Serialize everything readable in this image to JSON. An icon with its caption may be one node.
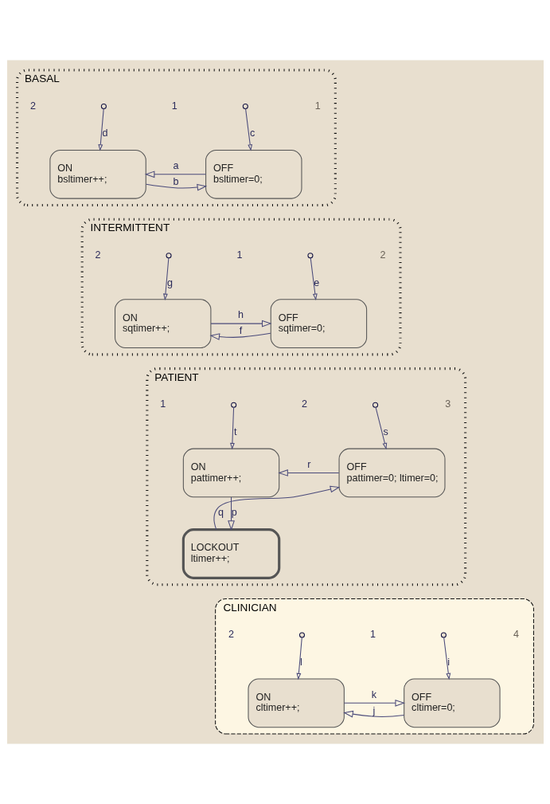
{
  "diagram": {
    "nodes": [
      {
        "text": [
          "BASAL"
        ]
      },
      {
        "text": [
          "ON",
          "bsltimer++;"
        ],
        "in": 0
      },
      {
        "text": [
          "OFF",
          "bsltimer=0;"
        ],
        "in": 0
      },
      {
        "text": [
          "INTERMITTENT"
        ]
      },
      {
        "text": [
          "ON",
          "sqtimer++;"
        ],
        "in": 3
      },
      {
        "text": [
          "OFF",
          "sqtimer=0;"
        ],
        "in": 3
      },
      {
        "text": [
          "PATIENT"
        ]
      },
      {
        "text": [
          "ON",
          "pattimer++;"
        ],
        "in": 6
      },
      {
        "text": [
          "OFF",
          "pattimer=0; ltimer=0;"
        ],
        "in": 6
      },
      {
        "text": [
          "LOCKOUT",
          "ltimer++;"
        ],
        "in": 6
      },
      {
        "text": [
          "CLINICIAN"
        ]
      },
      {
        "text": [
          "ON",
          "cltimer++;"
        ],
        "in": 10
      },
      {
        "text": [
          "OFF",
          "cltimer=0;"
        ],
        "in": 10
      }
    ],
    "edges": [
      {
        "from": null,
        "to": 1,
        "arrow": "to",
        "label": "d"
      },
      {
        "from": null,
        "to": 2,
        "arrow": "to",
        "label": "c"
      },
      {
        "from": 2,
        "to": 1,
        "arrow": "to",
        "label": "a"
      },
      {
        "from": 1,
        "to": 2,
        "arrow": "to",
        "label": "b"
      },
      {
        "from": null,
        "to": 4,
        "arrow": "to",
        "label": "g"
      },
      {
        "from": null,
        "to": 5,
        "arrow": "to",
        "label": "e"
      },
      {
        "from": 5,
        "to": 4,
        "arrow": "to",
        "label": "f"
      },
      {
        "from": 4,
        "to": 5,
        "arrow": "to",
        "label": "h"
      },
      {
        "from": null,
        "to": 7,
        "arrow": "to",
        "label": "t"
      },
      {
        "from": null,
        "to": 8,
        "arrow": "to",
        "label": "s"
      },
      {
        "from": 8,
        "to": 7,
        "arrow": "to",
        "label": "r"
      },
      {
        "from": 7,
        "to": 9,
        "arrow": "to",
        "label": "p"
      },
      {
        "from": 9,
        "to": 8,
        "arrow": "to",
        "label": "q"
      },
      {
        "from": null,
        "to": 11,
        "arrow": "to",
        "label": "l"
      },
      {
        "from": null,
        "to": 12,
        "arrow": "to",
        "label": "i"
      },
      {
        "from": 12,
        "to": 11,
        "arrow": "to",
        "label": "j"
      },
      {
        "from": 11,
        "to": 12,
        "arrow": "to",
        "label": "k"
      }
    ],
    "labels": [
      "1",
      "2",
      "1",
      "2",
      "2",
      "1",
      "3",
      "1",
      "2",
      "4",
      "2",
      "1"
    ]
  }
}
